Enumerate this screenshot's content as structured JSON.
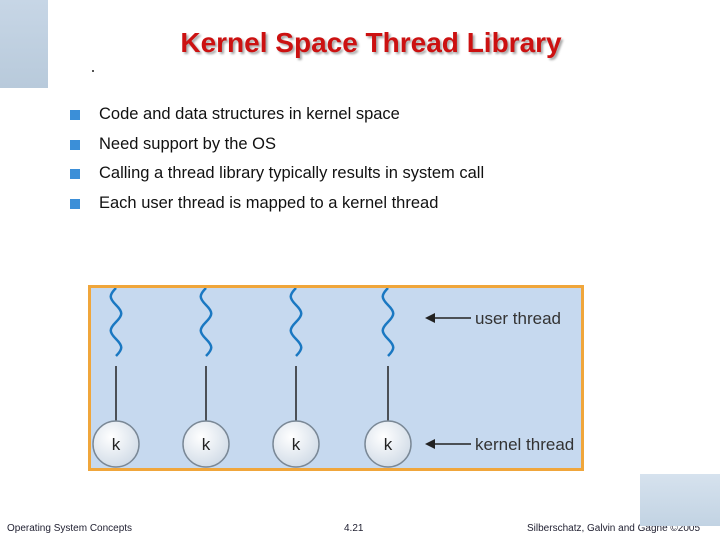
{
  "slide": {
    "title": "Kernel Space Thread Library",
    "bullets": [
      "Code and data structures in kernel space",
      "Need support by the OS",
      "Calling a thread library typically results in system call",
      "Each user thread is mapped to a kernel thread"
    ]
  },
  "diagram": {
    "label_user": "user thread",
    "label_kernel": "kernel thread",
    "kernel_nodes": [
      "k",
      "k",
      "k",
      "k"
    ],
    "colors": {
      "background": "#c6d9ef",
      "border": "#f0a63b",
      "thread": "#1a78c2"
    }
  },
  "footer": {
    "left": "Operating System Concepts",
    "center": "4.21",
    "right": "Silberschatz, Galvin and Gagne ©2005"
  },
  "colors": {
    "title": "#cc1111",
    "bullet": "#3b8fd8"
  }
}
